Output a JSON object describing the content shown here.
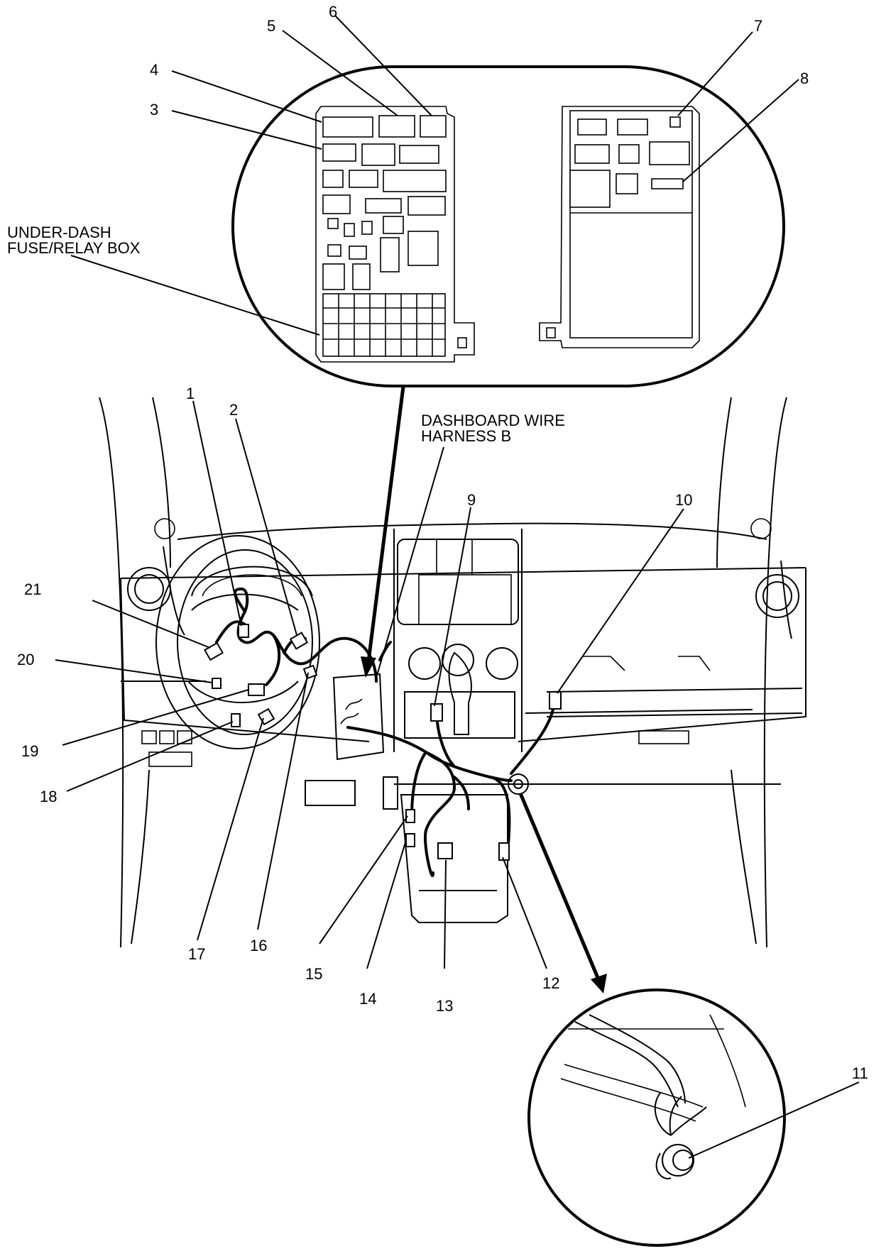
{
  "labels": {
    "fuse_box": [
      "UNDER-DASH",
      "FUSE/RELAY BOX"
    ],
    "harness": [
      "DASHBOARD WIRE",
      "HARNESS B"
    ]
  },
  "callouts": [
    "1",
    "2",
    "3",
    "4",
    "5",
    "6",
    "7",
    "8",
    "9",
    "10",
    "11",
    "12",
    "13",
    "14",
    "15",
    "16",
    "17",
    "18",
    "19",
    "20",
    "21"
  ],
  "colors": {
    "line": "#000000",
    "background": "#ffffff"
  }
}
